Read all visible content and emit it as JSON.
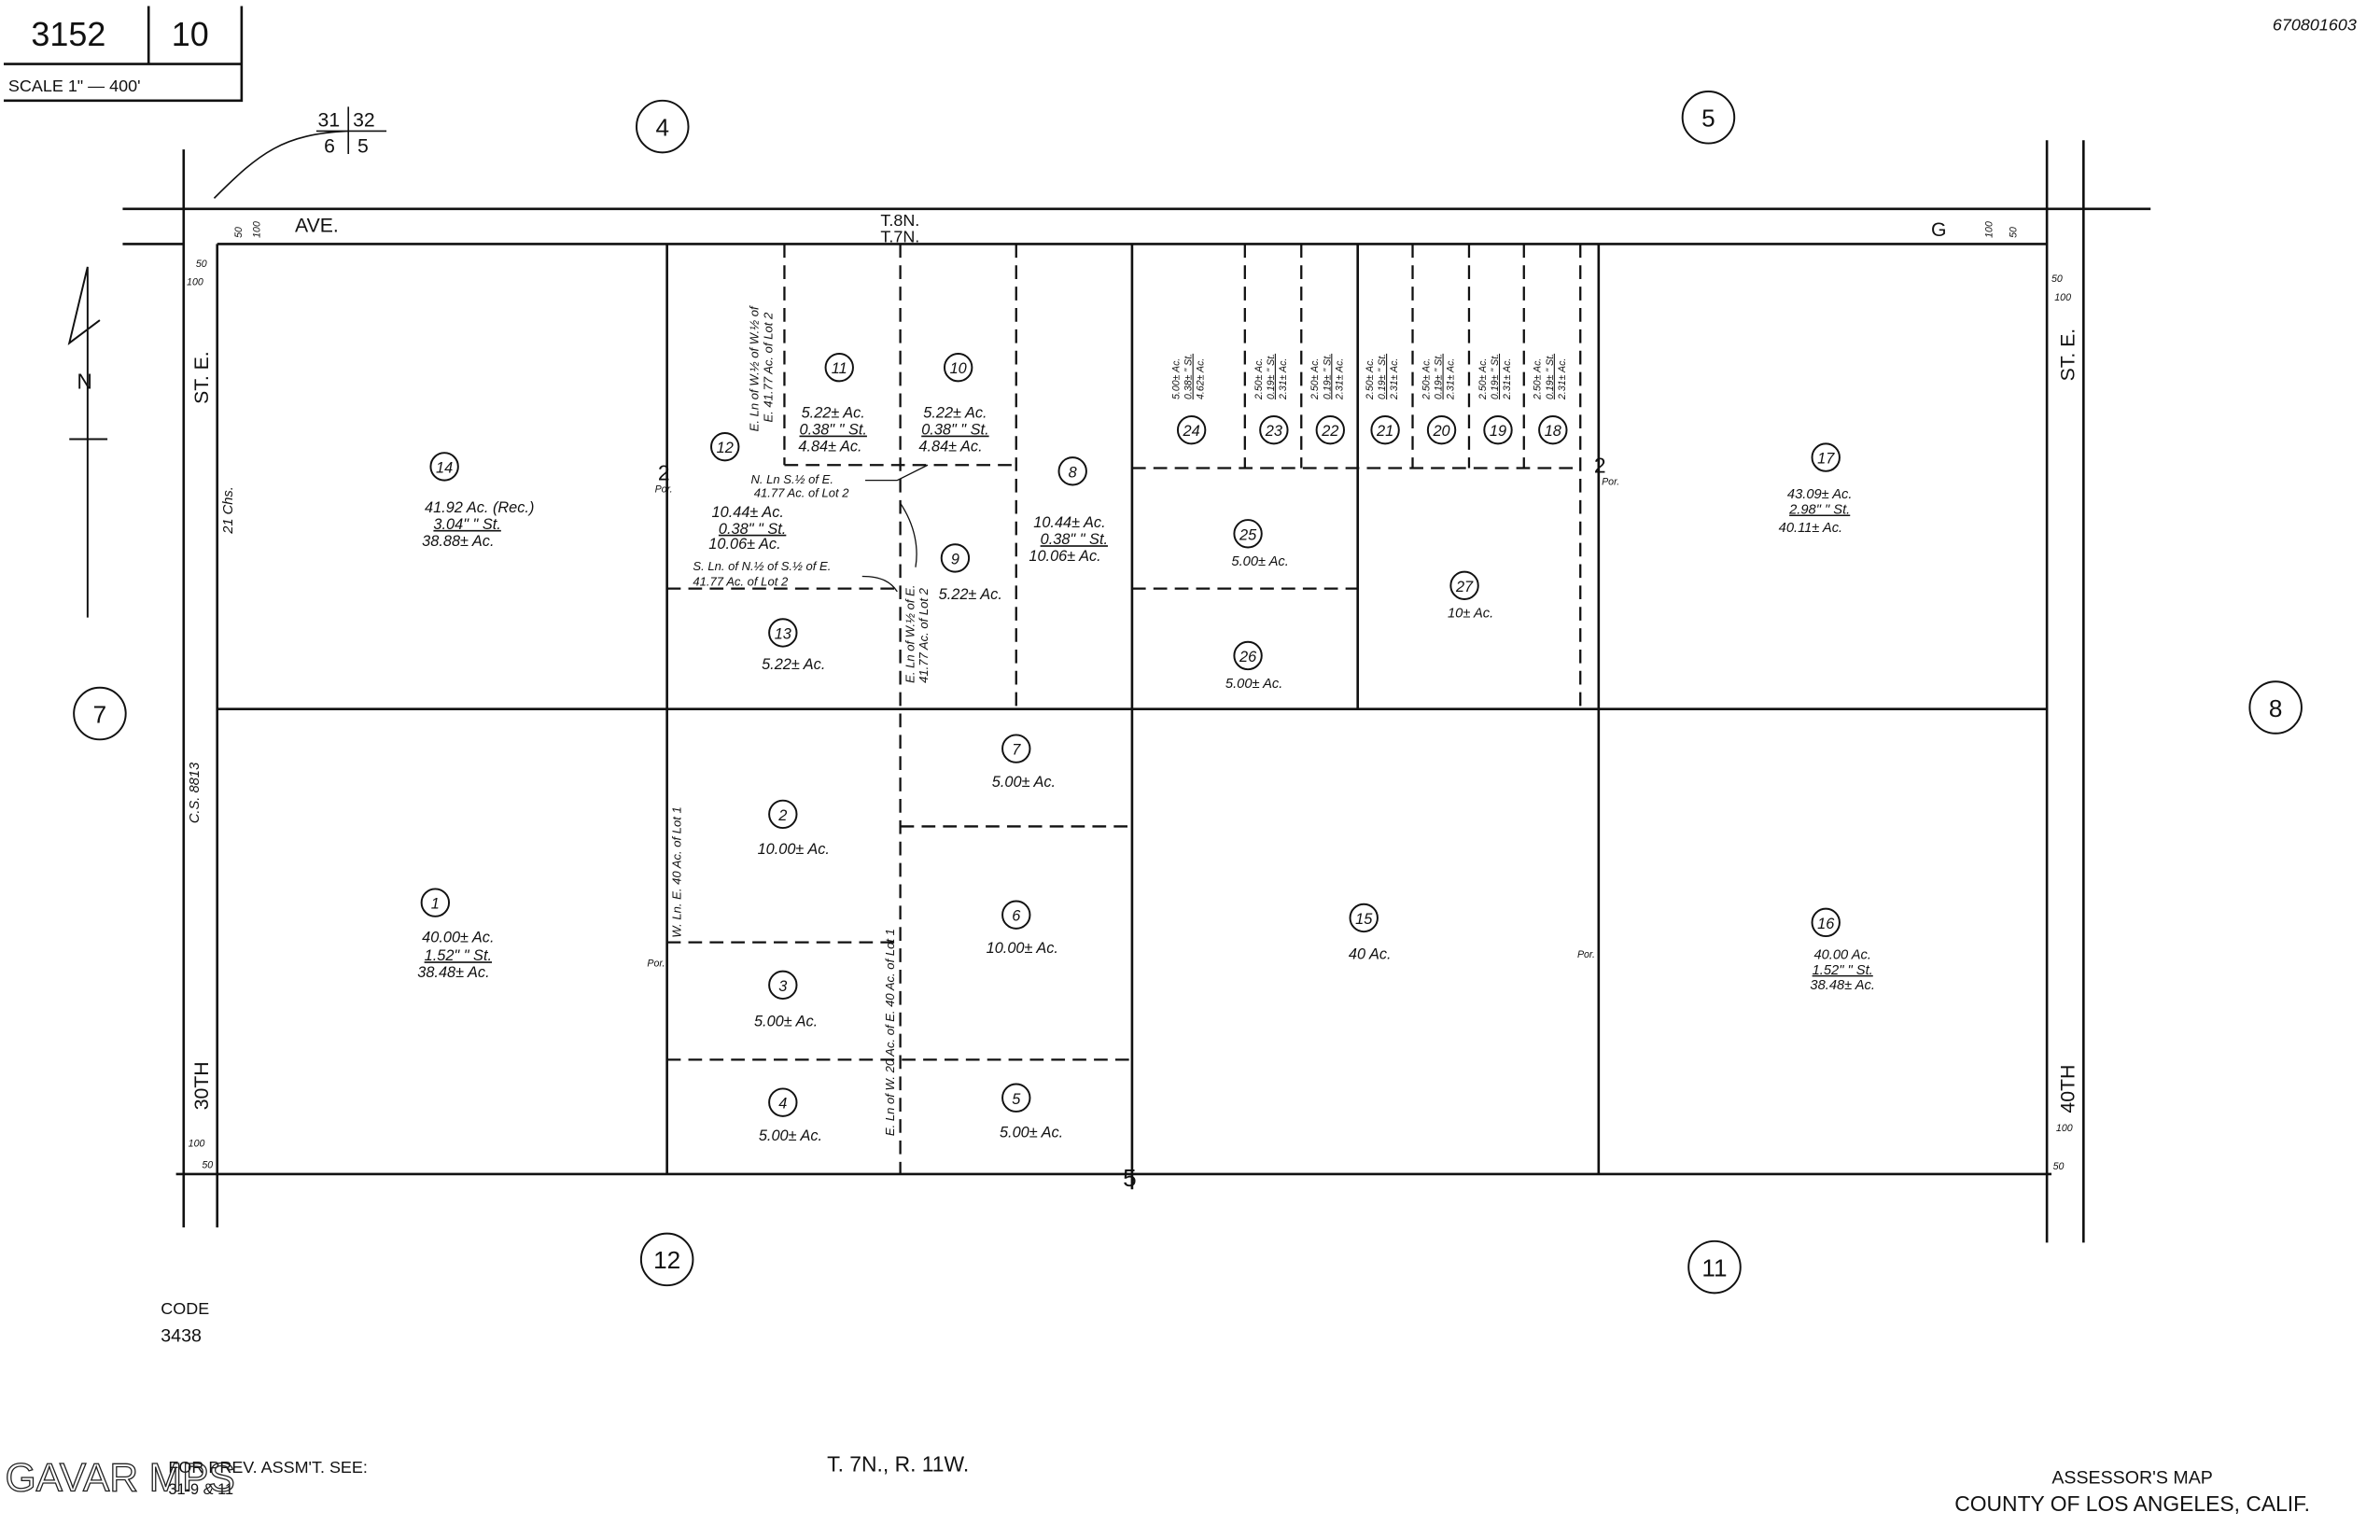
{
  "header": {
    "book": "3152",
    "page": "10",
    "scale": "SCALE 1\" — 400'",
    "map_number": "670801603"
  },
  "section_corner": {
    "nw": "31",
    "ne": "32",
    "sw": "6",
    "se": "5"
  },
  "streets": {
    "ave": "AVE.",
    "g": "G",
    "st_e_left": "ST. E.",
    "thirtieth": "30TH",
    "st_e_right": "ST. E.",
    "fortieth": "40TH"
  },
  "township": {
    "north": "T.8N.",
    "south": "T.7N."
  },
  "map_refs": [
    "4",
    "5",
    "7",
    "8",
    "12",
    "11"
  ],
  "section_number": "5",
  "dims": {
    "fifty": "50",
    "hundred": "100",
    "chains": "21 Chs.",
    "cs": "C.S. 8813"
  },
  "por": {
    "two": "2",
    "por": "Por."
  },
  "parcels": {
    "p1": {
      "num": "1",
      "l1": "40.00± Ac.",
      "l2": "1.52\" \" St.",
      "l3": "38.48± Ac."
    },
    "p2": {
      "num": "2",
      "l1": "10.00± Ac."
    },
    "p3": {
      "num": "3",
      "l1": "5.00± Ac."
    },
    "p4": {
      "num": "4",
      "l1": "5.00± Ac."
    },
    "p5": {
      "num": "5",
      "l1": "5.00± Ac."
    },
    "p6": {
      "num": "6",
      "l1": "10.00± Ac."
    },
    "p7": {
      "num": "7",
      "l1": "5.00± Ac."
    },
    "p8": {
      "num": "8",
      "l1": "10.44± Ac.",
      "l2": "0.38\" \" St.",
      "l3": "10.06± Ac."
    },
    "p9": {
      "num": "9",
      "l1": "5.22± Ac."
    },
    "p10": {
      "num": "10",
      "l1": "5.22± Ac.",
      "l2": "0.38\" \" St.",
      "l3": "4.84± Ac."
    },
    "p11": {
      "num": "11",
      "l1": "5.22± Ac.",
      "l2": "0.38\" \" St.",
      "l3": "4.84± Ac."
    },
    "p12": {
      "num": "12",
      "l1": "10.44± Ac.",
      "l2": "0.38\" \" St.",
      "l3": "10.06± Ac."
    },
    "p13": {
      "num": "13",
      "l1": "5.22± Ac."
    },
    "p14": {
      "num": "14",
      "l1": "41.92 Ac. (Rec.)",
      "l2": "3.04\" \" St.",
      "l3": "38.88± Ac."
    },
    "p15": {
      "num": "15",
      "l1": "40 Ac."
    },
    "p16": {
      "num": "16",
      "l1": "40.00 Ac.",
      "l2": "1.52\" \" St.",
      "l3": "38.48± Ac."
    },
    "p17": {
      "num": "17",
      "l1": "43.09± Ac.",
      "l2": "2.98\" \" St.",
      "l3": "40.11± Ac."
    },
    "p18": {
      "num": "18",
      "l1": "2.50± Ac.",
      "l2": "0.19± \" St.",
      "l3": "2.31± Ac."
    },
    "p19": {
      "num": "19",
      "l1": "2.50± Ac.",
      "l2": "0.19± \" St.",
      "l3": "2.31± Ac."
    },
    "p20": {
      "num": "20",
      "l1": "2.50± Ac.",
      "l2": "0.19± \" St.",
      "l3": "2.31± Ac."
    },
    "p21": {
      "num": "21",
      "l1": "2.50± Ac.",
      "l2": "0.19± \" St.",
      "l3": "2.31± Ac."
    },
    "p22": {
      "num": "22",
      "l1": "2.50± Ac.",
      "l2": "0.19± \" St.",
      "l3": "2.31± Ac."
    },
    "p23": {
      "num": "23",
      "l1": "2.50± Ac.",
      "l2": "0.19± \" St.",
      "l3": "2.31± Ac."
    },
    "p24": {
      "num": "24",
      "l1": "5.00± Ac.",
      "l2": "0.38± \" St.",
      "l3": "4.62± Ac."
    },
    "p25": {
      "num": "25",
      "l1": "5.00± Ac."
    },
    "p26": {
      "num": "26",
      "l1": "5.00± Ac."
    },
    "p27": {
      "num": "27",
      "l1": "10± Ac."
    }
  },
  "notes": {
    "a1": "E. Ln of W.½ of W.½ of",
    "a2": "E. 41.77 Ac. of Lot 2",
    "b1": "N. Ln S.½ of E.",
    "b2": "41.77 Ac. of Lot 2",
    "c1": "S. Ln. of N.½ of S.½ of E.",
    "c2": "41.77 Ac. of Lot 2",
    "d1": "E. Ln of W.½ of E.",
    "d2": "41.77 Ac. of Lot 2",
    "e1": "W. Ln. E. 40 Ac. of Lot 1",
    "f1": "E. Ln of W. 20 Ac. of E. 40 Ac. of Lot 1"
  },
  "footer": {
    "code_label": "CODE",
    "code": "3438",
    "prev1": "FOR PREV. ASSM'T. SEE:",
    "prev2": "31-9 & 11",
    "twp": "T. 7N., R. 11W.",
    "title1": "ASSESSOR'S MAP",
    "title2": "COUNTY OF LOS ANGELES, CALIF.",
    "watermark": "GAVAR MPS"
  }
}
